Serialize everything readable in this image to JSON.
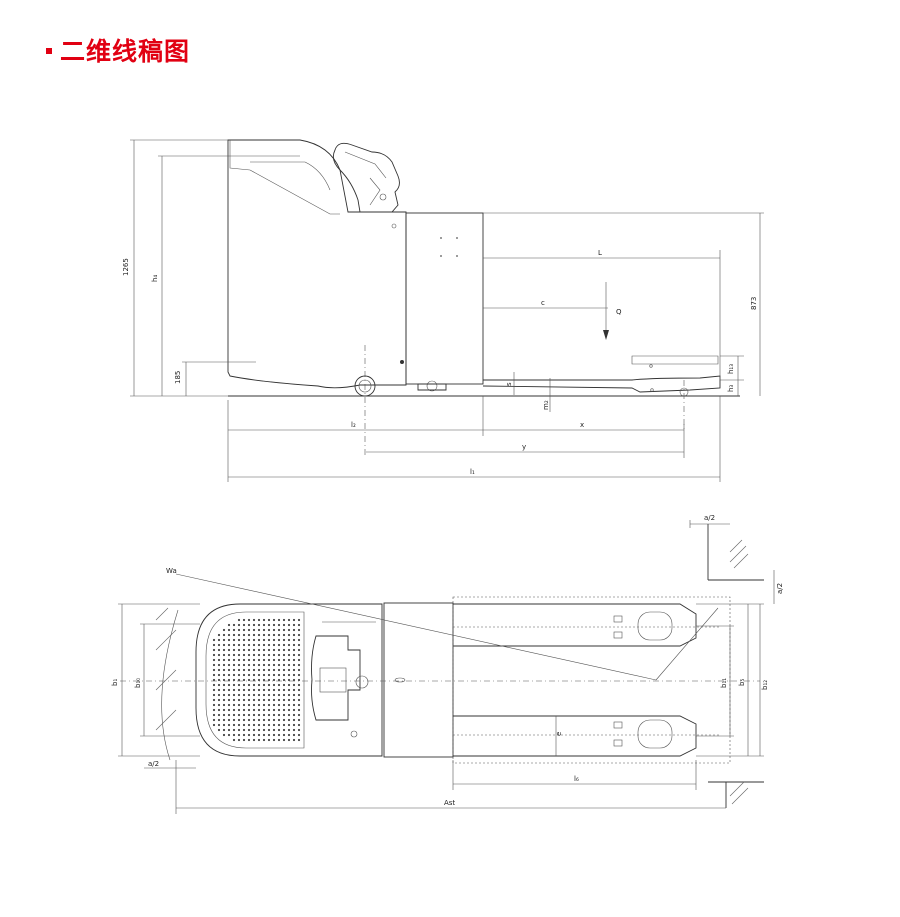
{
  "title": "二维线稿图",
  "accent_color": "#e10012",
  "side_view": {
    "labels": {
      "overall_height": "1265",
      "h4": "h₄",
      "base_height": "185",
      "L": "L",
      "c": "c",
      "Q": "Q",
      "s": "s",
      "h13": "h₁₃",
      "m2": "m₂",
      "h3": "h₃",
      "right_height": "873",
      "l2": "l₂",
      "x": "x",
      "y": "y",
      "l1": "l₁"
    }
  },
  "top_view": {
    "labels": {
      "Wa": "Wa",
      "a_half_top": "a/2",
      "a_half_right": "a/2",
      "a_half_left": "a/2",
      "b1": "b₁",
      "b10": "b₁₀",
      "b11": "b₁₁",
      "b5": "b₅",
      "b12": "b₁₂",
      "e": "e",
      "l6": "l₆",
      "Ast": "Ast"
    }
  }
}
